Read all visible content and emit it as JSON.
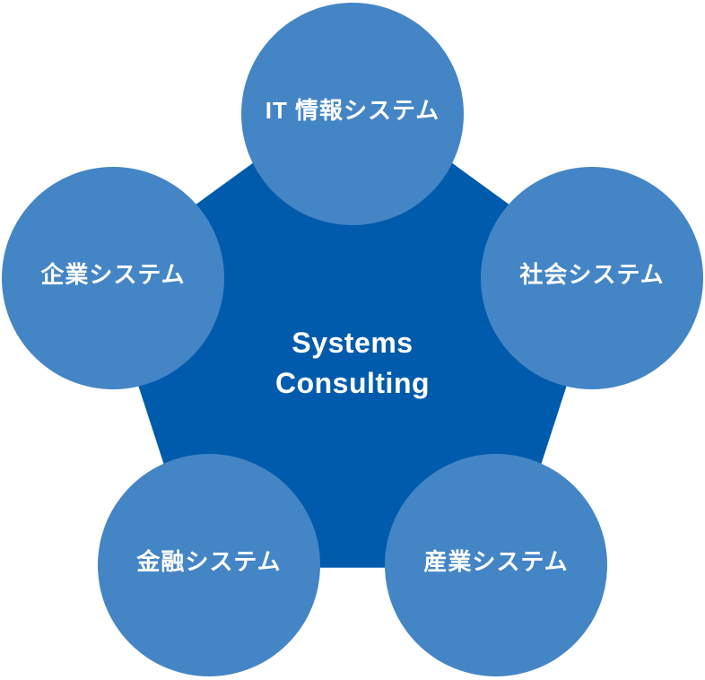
{
  "diagram": {
    "center_label": "Systems Consulting",
    "nodes": {
      "top": {
        "label": "IT 情報システム"
      },
      "right": {
        "label": "社会システム"
      },
      "bottom_right": {
        "label": "産業システム"
      },
      "bottom_left": {
        "label": "金融システム"
      },
      "left": {
        "label": "企業システム"
      }
    },
    "colors": {
      "pentagon": "#005BAC",
      "circle": "#4485C5",
      "text": "#FFFFFF"
    }
  }
}
